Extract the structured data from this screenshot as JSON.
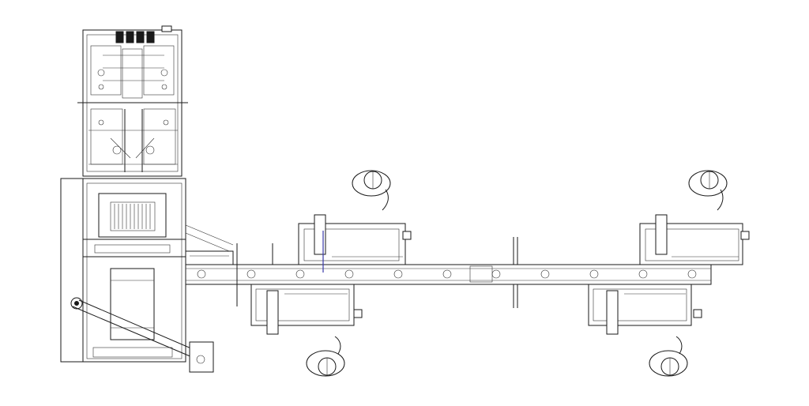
{
  "diagram": {
    "type": "machine-layout-top-view",
    "colors": {
      "line": "#1a1a1a",
      "accent_line": "#3a3aa8",
      "background": "#ffffff"
    },
    "components": [
      {
        "name": "upper-packaging-module"
      },
      {
        "name": "lower-feeding-module"
      },
      {
        "name": "linear-conveyor"
      },
      {
        "name": "workstation-top-left"
      },
      {
        "name": "workstation-top-right"
      },
      {
        "name": "workstation-bottom-left"
      },
      {
        "name": "workstation-bottom-right"
      }
    ],
    "operators": 4
  }
}
